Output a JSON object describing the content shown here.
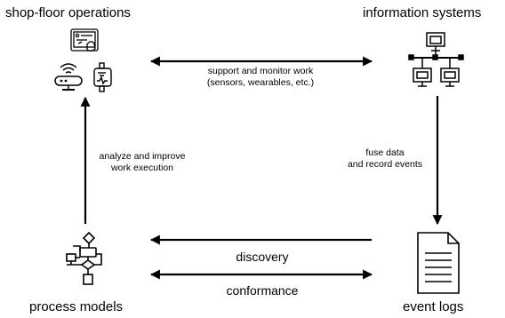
{
  "nodes": {
    "shop_floor": "shop-floor operations",
    "info_systems": "information systems",
    "process_models": "process models",
    "event_logs": "event logs"
  },
  "edges": {
    "support_line1": "support and monitor work",
    "support_line2": "(sensors, wearables, etc.)",
    "fuse_line1": "fuse data",
    "fuse_line2": "and record events",
    "analyze_line1": "analyze and improve",
    "analyze_line2": "work execution",
    "discovery": "discovery",
    "conformance": "conformance"
  },
  "icons": {
    "shop_floor": [
      "tablet-hand-icon",
      "wifi-router-icon",
      "smartwatch-icon"
    ],
    "info_systems": "network-computers-icon",
    "process_models": "flowchart-icon",
    "event_logs": "document-icon"
  }
}
